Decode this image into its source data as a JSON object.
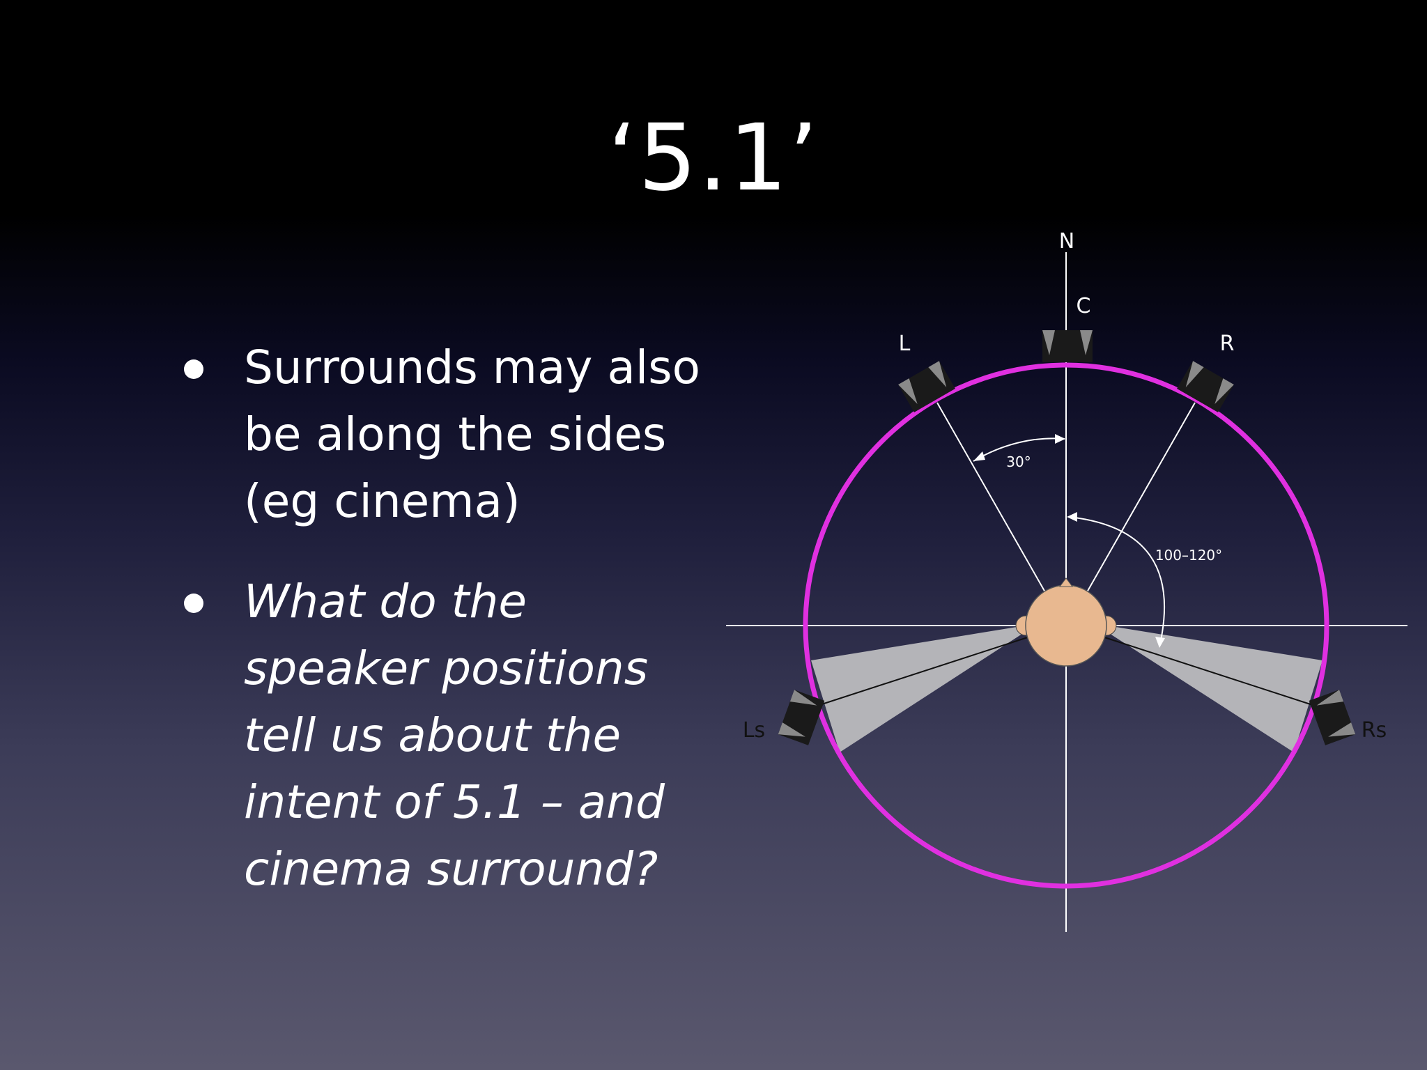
{
  "slide": {
    "title": "‘5.1’"
  },
  "bullets": [
    {
      "text": "Surrounds may also be along the sides (eg cinema)",
      "style": "normal"
    },
    {
      "text": "What do the speaker positions tell us about the intent of 5.1 – and cinema surround?",
      "style": "italic"
    }
  ],
  "diagram": {
    "north_label": "N",
    "speakers": {
      "center": "C",
      "left": "L",
      "right": "R",
      "left_surround": "Ls",
      "right_surround": "Rs"
    },
    "angles": {
      "front": "30°",
      "surround": "100–120°"
    },
    "colors": {
      "circle": "#e030e0",
      "head": "#e8b890",
      "surround_zone": "#b4b4b8",
      "speaker_body": "#1a1a1a",
      "speaker_cone": "#8a8a8a"
    }
  }
}
